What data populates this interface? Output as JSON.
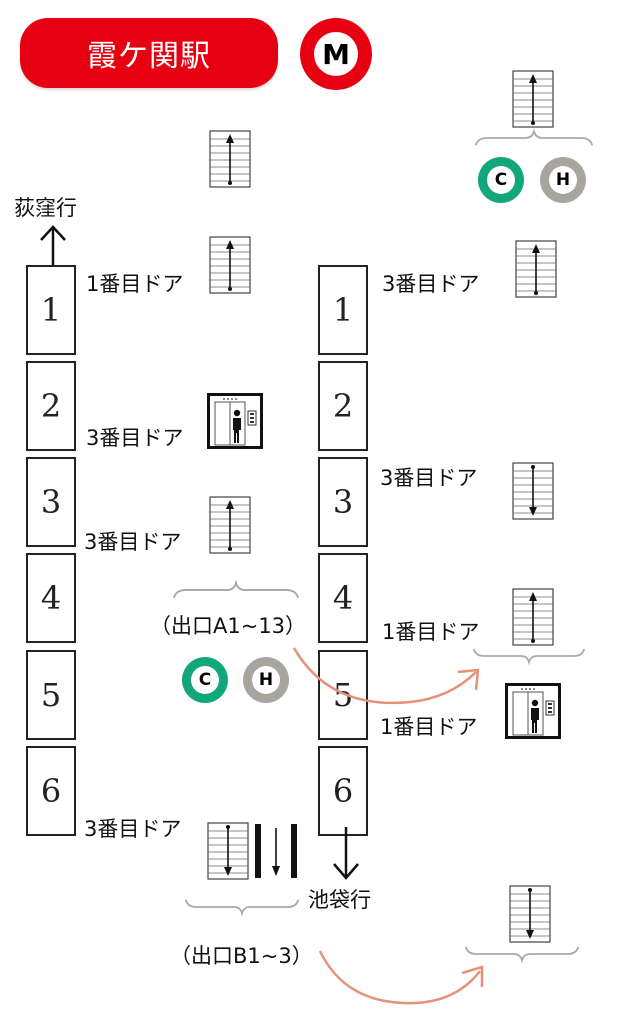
{
  "station": {
    "name": "霞ケ関駅"
  },
  "line_badges": {
    "m": "M",
    "c": "C",
    "h": "H"
  },
  "cars": [
    "1",
    "2",
    "3",
    "4",
    "5",
    "6"
  ],
  "directions": {
    "up": "荻窪行",
    "down": "池袋行"
  },
  "left_platform": {
    "labels": [
      "1番目ドア",
      "3番目ドア",
      "3番目ドア",
      "3番目ドア"
    ]
  },
  "right_platform": {
    "labels": [
      "3番目ドア",
      "3番目ドア",
      "1番目ドア",
      "1番目ドア"
    ]
  },
  "exits": {
    "a": "（出口A1~13）",
    "b": "（出口B1~3）"
  },
  "colors": {
    "marunouchi_red": "#e60012",
    "chiyoda_green": "#11a77a",
    "hibiya_gray": "#a8a59e",
    "arrow_pink": "#e8907a"
  },
  "icons": {
    "escalator_up": "escalator-up-icon",
    "escalator_down": "escalator-down-icon",
    "elevator": "elevator-icon",
    "stairs_down": "stairs-down-icon"
  }
}
